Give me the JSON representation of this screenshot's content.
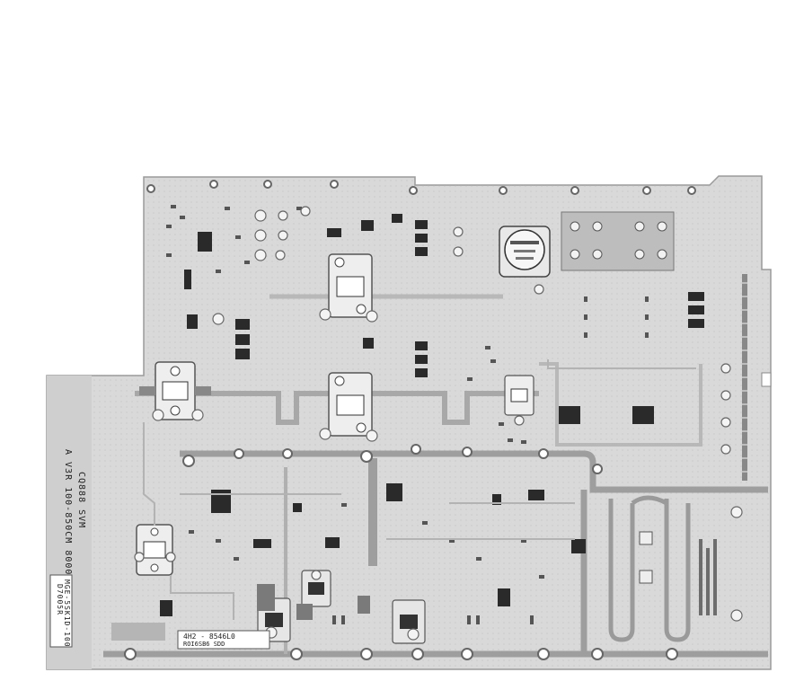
{
  "board": {
    "edge_text": [
      "A  V3R 100-850CM  8000",
      "CQ888  SVM"
    ],
    "sticker_text": [
      "MGE-5SK1D-100",
      "D7005R"
    ],
    "label_plate": [
      "4H2  -  8546L0",
      "ROI6SB6 SDD"
    ],
    "colors": {
      "background": "#ffffff",
      "substrate": "#d6d6d6",
      "substrate_light": "#e4e4e4",
      "trace": "#a8a8a8",
      "component_dark": "#2a2a2a",
      "pad": "#f2f2f2"
    }
  }
}
